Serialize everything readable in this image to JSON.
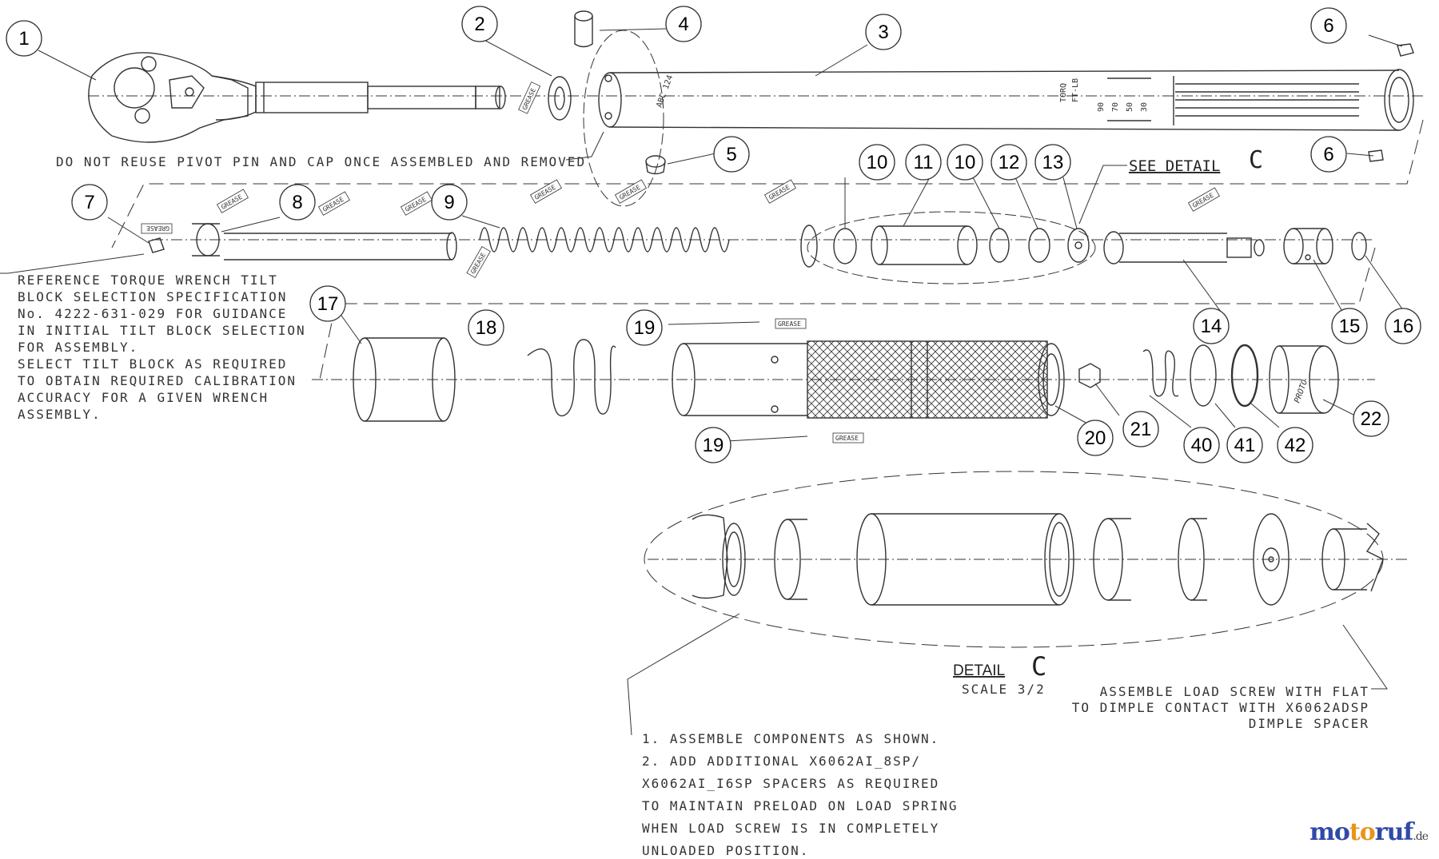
{
  "callouts": [
    "1",
    "2",
    "3",
    "4",
    "5",
    "6",
    "6",
    "7",
    "8",
    "9",
    "10",
    "11",
    "10",
    "12",
    "13",
    "14",
    "15",
    "16",
    "17",
    "18",
    "19",
    "19",
    "20",
    "21",
    "40",
    "41",
    "42",
    "22"
  ],
  "notes": {
    "pivot": "DO NOT REUSE PIVOT PIN AND CAP ONCE ASSEMBLED AND REMOVED",
    "see_detail": "SEE DETAIL",
    "see_detail_letter": "C",
    "reference": [
      "REFERENCE TORQUE WRENCH TILT",
      "BLOCK SELECTION SPECIFICATION",
      "No. 4222-631-029 FOR GUIDANCE",
      "IN INITIAL TILT BLOCK SELECTION",
      "FOR ASSEMBLY.",
      "SELECT TILT BLOCK AS REQUIRED",
      "TO OBTAIN REQUIRED CALIBRATION",
      "ACCURACY FOR A GIVEN WRENCH",
      "ASSEMBLY."
    ],
    "detail_title": "DETAIL",
    "detail_letter": "C",
    "detail_scale": "SCALE  3/2",
    "load_screw": [
      "ASSEMBLE LOAD SCREW WITH FLAT",
      "TO DIMPLE CONTACT WITH X6062ADSP",
      "DIMPLE SPACER"
    ],
    "instructions": [
      "1. ASSEMBLE COMPONENTS AS SHOWN.",
      "2. ADD ADDITIONAL X6062AI_8SP/",
      "   X6062AI_I6SP SPACERS AS REQUIRED",
      "   TO MAINTAIN PRELOAD ON LOAD SPRING",
      "   WHEN LOAD SCREW IS IN COMPLETELY",
      "   UNLOADED POSITION."
    ],
    "grease": "GREASE",
    "tube_marks": [
      "TORQ",
      "FT-LB",
      "90",
      "70",
      "50",
      "30",
      "ABC 124"
    ],
    "proto": "PROTO"
  },
  "watermark": {
    "part1": "mo",
    "part2": "to",
    "part3": "ruf",
    "tld": ".de",
    "color_blue": "#2f4aa8",
    "color_orange": "#e8941c"
  }
}
